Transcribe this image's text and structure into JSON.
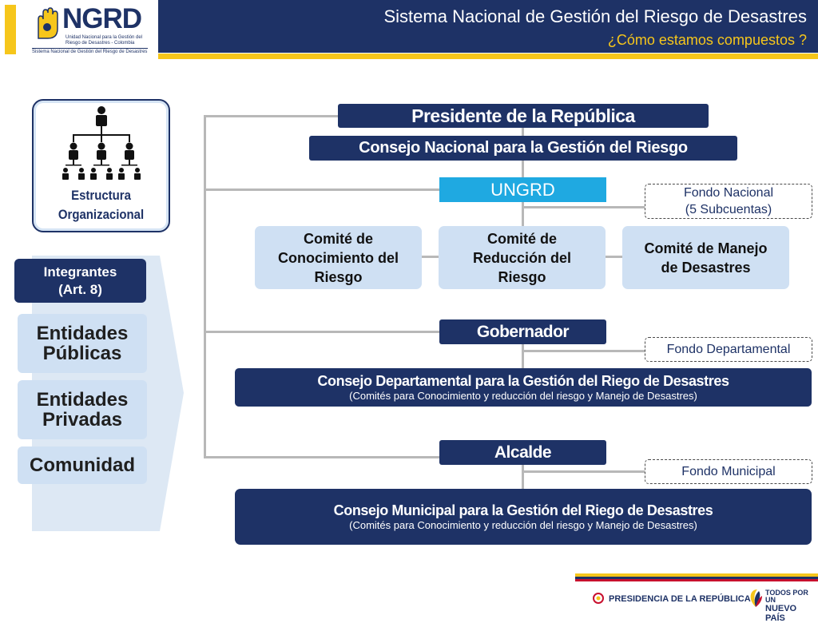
{
  "header": {
    "title": "Sistema Nacional de Gestión del Riesgo de Desastres",
    "subtitle": "¿Cómo  estamos compuestos ?"
  },
  "logo": {
    "name": "NGRD",
    "subtitle": "Unidad Nacional para la Gestión del Riesgo de Desastres - Colombia",
    "tagline": "Sistema Nacional de Gestión del Riesgo de Desastres"
  },
  "left_panel": {
    "org_label_line1": "Estructura",
    "org_label_line2": "Organizacional",
    "integrantes_line1": "Integrantes",
    "integrantes_line2": "(Art. 8)",
    "members": [
      {
        "line1": "Entidades",
        "line2": "Públicas"
      },
      {
        "line1": "Entidades",
        "line2": "Privadas"
      },
      {
        "line1": "Comunidad",
        "line2": ""
      }
    ]
  },
  "diagram": {
    "president": "Presidente de la República",
    "national_council": "Consejo Nacional para la Gestión del Riesgo",
    "ungrd": "UNGRD",
    "national_fund_line1": "Fondo Nacional",
    "national_fund_line2": "(5 Subcuentas)",
    "committees": [
      {
        "line1": "Comité de",
        "line2": "Conocimiento del",
        "line3": "Riesgo"
      },
      {
        "line1": "Comité de",
        "line2": "Reducción del",
        "line3": "Riesgo"
      },
      {
        "line1": "Comité de Manejo",
        "line2": "de Desastres",
        "line3": ""
      }
    ],
    "governor": "Gobernador",
    "departmental_fund": "Fondo Departamental",
    "departmental_council": "Consejo Departamental para la Gestión del Riego de Desastres",
    "departmental_council_sub": "(Comités para Conocimiento y reducción del riesgo y Manejo de Desastres)",
    "mayor": "Alcalde",
    "municipal_fund": "Fondo Municipal",
    "municipal_council": "Consejo Municipal para la Gestión del Riego de Desastres",
    "municipal_council_sub": "(Comités para Conocimiento y reducción del riesgo y Manejo de Desastres)"
  },
  "footer": {
    "presidency": "PRESIDENCIA DE LA REPÚBLICA",
    "todos_line1": "TODOS POR UN",
    "todos_line2": "NUEVO PAÍS"
  },
  "colors": {
    "navy": "#1e3266",
    "accent_cyan": "#1fa9e1",
    "light_blue": "#cfe0f3",
    "gold": "#f6c61b"
  }
}
